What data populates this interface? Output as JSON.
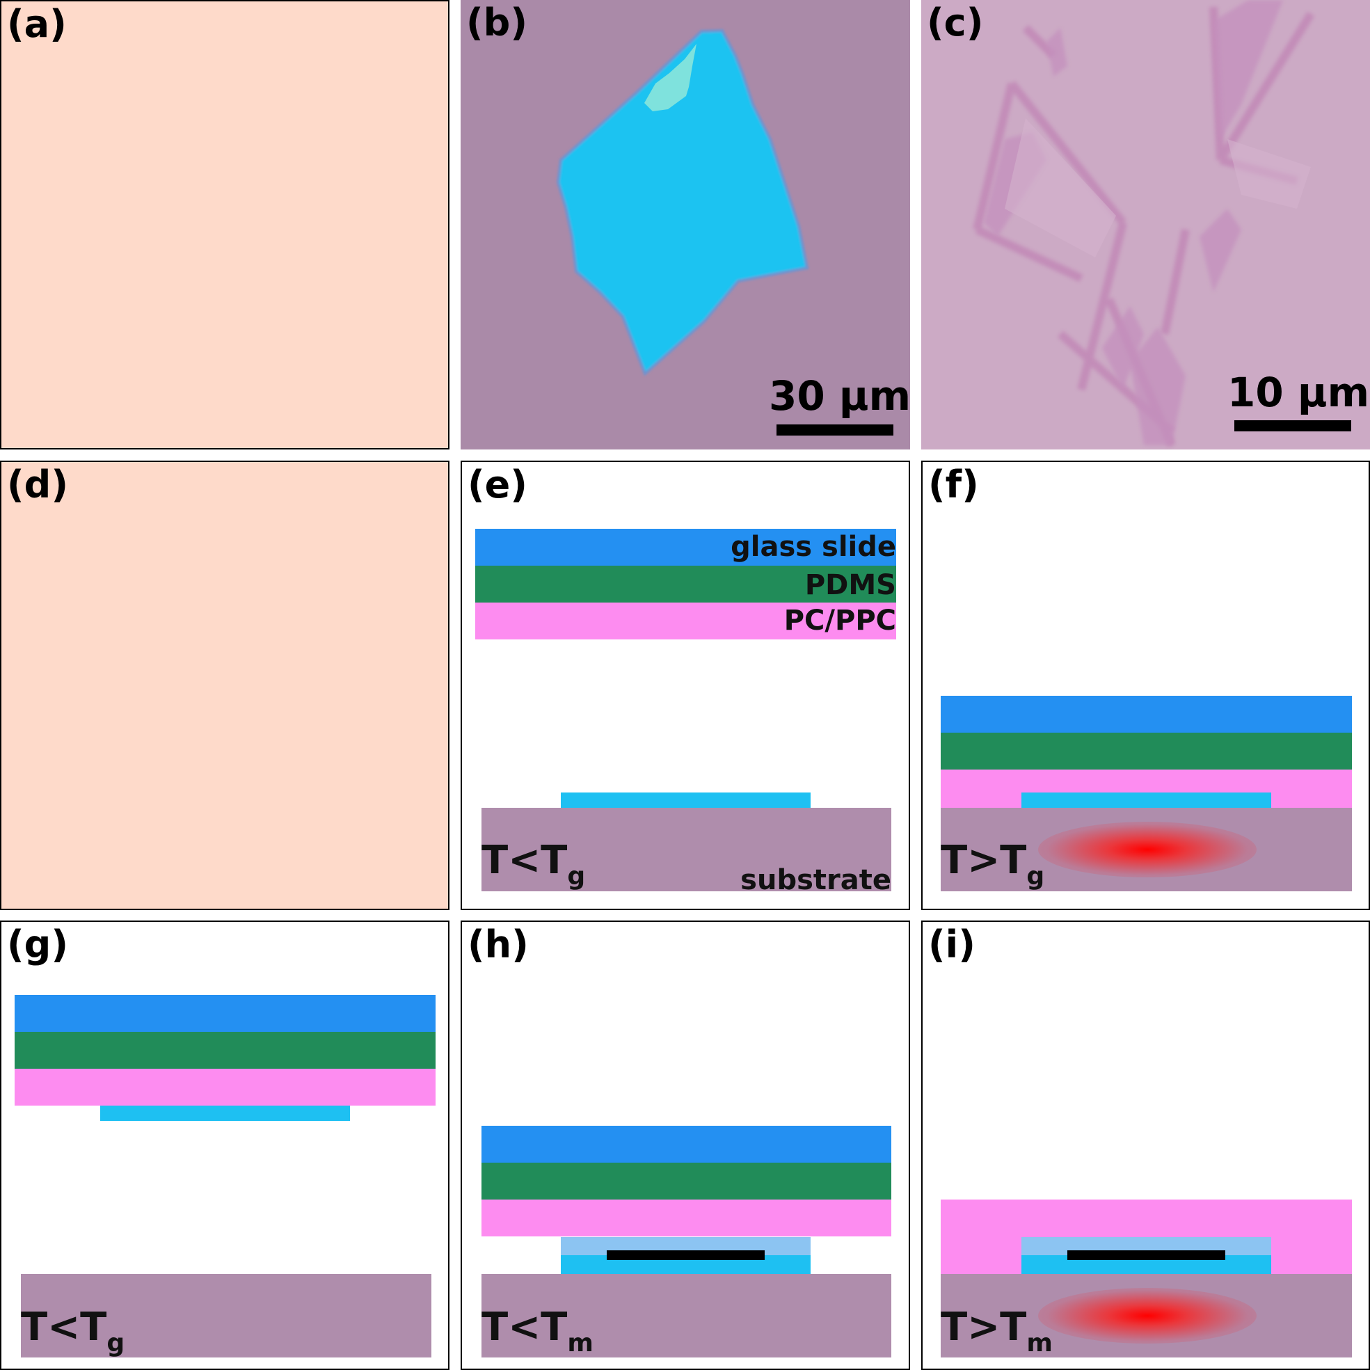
{
  "panels": {
    "a": {
      "label": "(a)"
    },
    "b": {
      "label": "(b)",
      "scale_bar": "30 μm"
    },
    "c": {
      "label": "(c)",
      "scale_bar": "10 μm"
    },
    "d": {
      "label": "(d)"
    },
    "e": {
      "label": "(e)",
      "layers": {
        "glass": "glass slide",
        "pdms": "PDMS",
        "pc": "PC/PPC",
        "substrate": "substrate"
      },
      "temp": {
        "main": "T<T",
        "sub": "g"
      }
    },
    "f": {
      "label": "(f)",
      "temp": {
        "main": "T>T",
        "sub": "g"
      }
    },
    "g": {
      "label": "(g)",
      "temp": {
        "main": "T<T",
        "sub": "g"
      }
    },
    "h": {
      "label": "(h)",
      "temp": {
        "main": "T<T",
        "sub": "m"
      }
    },
    "i": {
      "label": "(i)",
      "temp": {
        "main": "T>T",
        "sub": "m"
      }
    }
  },
  "colors": {
    "blank_panel": "#fedaca",
    "glass_slide": "#2490f2",
    "pdms": "#218c59",
    "pc_ppc": "#fd8cf0",
    "flake": "#1ec0f2",
    "substrate": "#af8dac",
    "heat": "#ff0000"
  }
}
